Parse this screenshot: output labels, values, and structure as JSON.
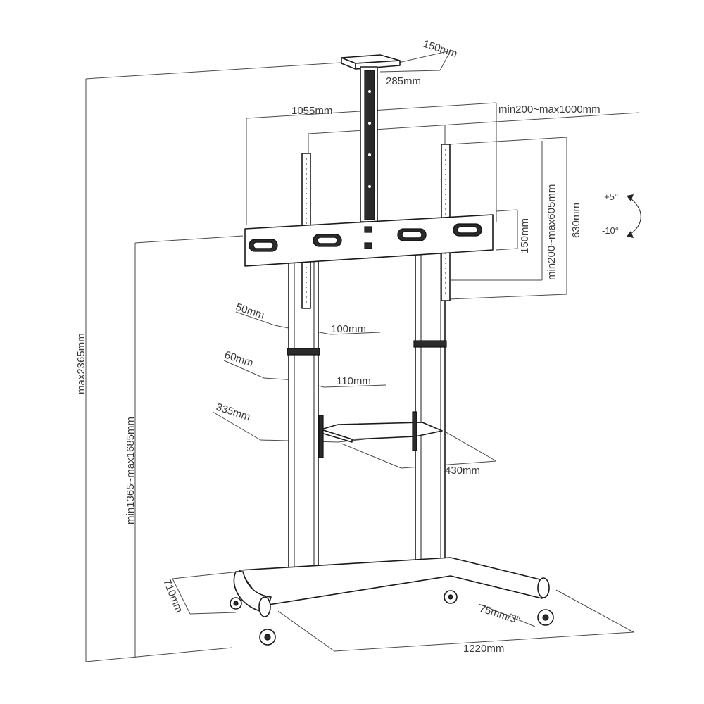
{
  "labels": {
    "plate_width": "150mm",
    "plate_depth": "285mm",
    "arm_width": "1055mm",
    "vesa_horizontal": "min200~max1000mm",
    "vesa_vertical": "min200~max605mm",
    "bracket_height": "630mm",
    "slot_height": "150mm",
    "tilt_up": "+5°",
    "tilt_down": "-10°",
    "total_height": "max2365mm",
    "center_height": "min1365~max1685mm",
    "column_small_a": "50mm",
    "column_small_b": "100mm",
    "column_large_a": "60mm",
    "column_large_b": "110mm",
    "shelf_depth": "335mm",
    "shelf_width": "430mm",
    "base_depth": "710mm",
    "base_width": "1220mm",
    "caster": "75mm/3\""
  }
}
